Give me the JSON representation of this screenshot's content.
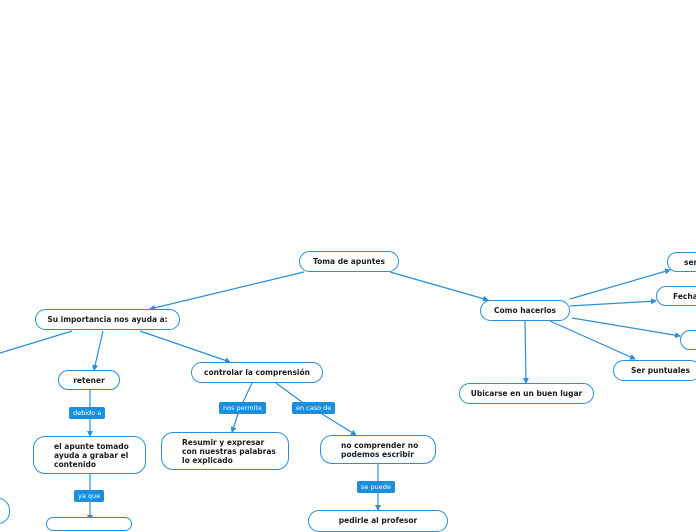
{
  "colors": {
    "accent": "#2a8fd6",
    "label_bg": "#1a8fde",
    "text": "#1c1c1c"
  },
  "nodes": {
    "root": "Toma de apuntes",
    "importancia": "Su importancia nos ayuda a:",
    "como_hacerlos": "Como hacerlos",
    "retener": "retener",
    "controlar": "controlar la comprensión",
    "apunte_tomado": "el apunte tomado ayuda a grabar el contenido",
    "resumir": "Resumir y expresar con nuestras palabras lo explicado",
    "no_comprender": "no comprender no podemos escribir",
    "pedirle": "pedirle al profesor",
    "ubicarse": "Ubicarse en un buen lugar",
    "ser_puntuales": "Ser puntuales",
    "ser_partial": "ser",
    "fecha_partial": "Fecha"
  },
  "labels": {
    "debido_a": "debido a",
    "ya_que": "ya que",
    "nos_permite": "nos permite",
    "en_caso_de": "en caso de",
    "se_puede": "se puede"
  }
}
